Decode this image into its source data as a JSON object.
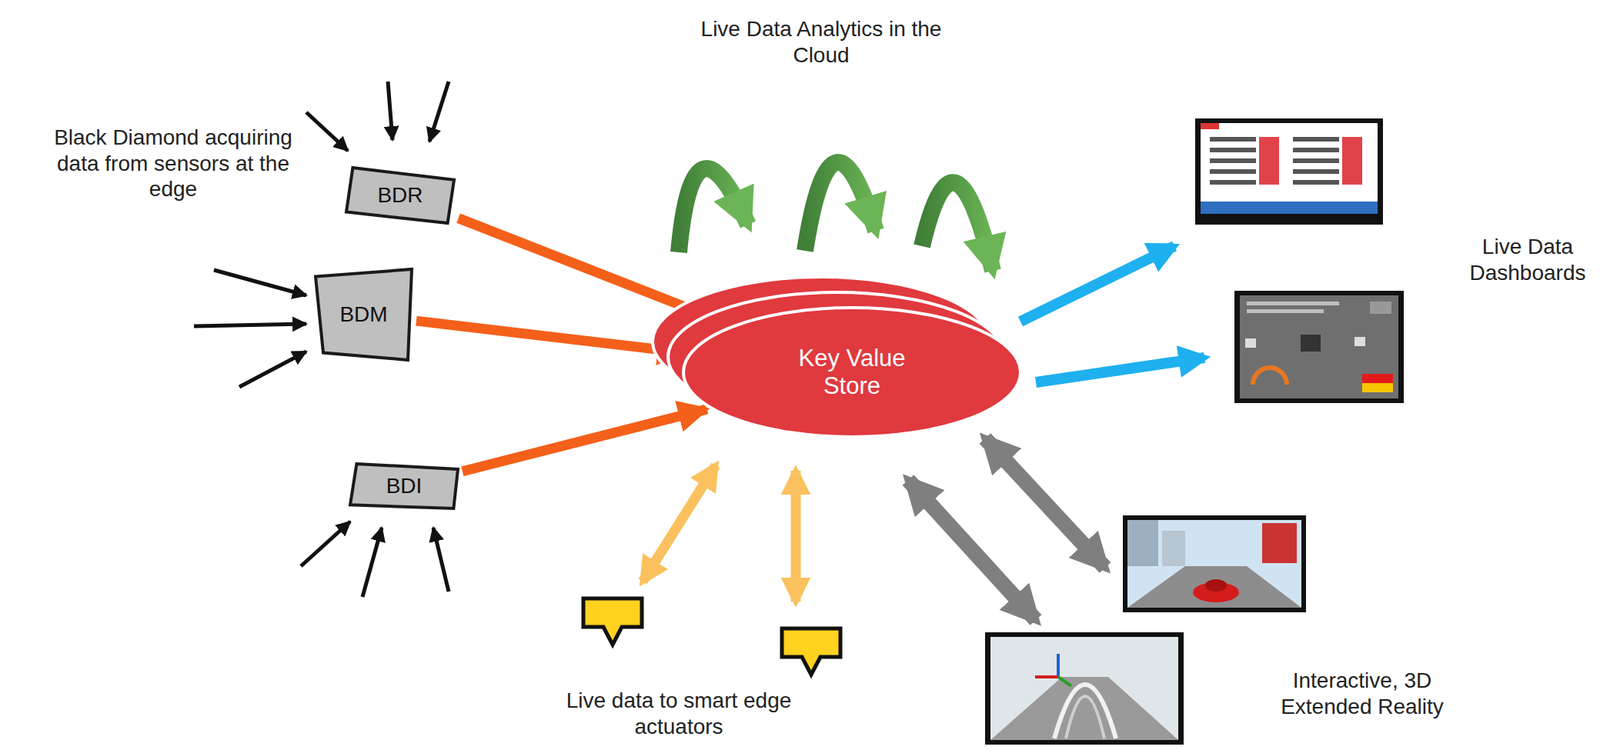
{
  "diagram": {
    "nodes": [
      {
        "text": [
          "BDR"
        ]
      },
      {
        "text": [
          "BDM"
        ]
      },
      {
        "text": [
          "BDI"
        ]
      },
      {
        "text": [
          "Key Value Store"
        ]
      }
    ],
    "edges": [
      {
        "from": 0,
        "to": 3,
        "arrow": "to"
      },
      {
        "from": 1,
        "to": 3,
        "arrow": "to"
      },
      {
        "from": 2,
        "to": 3,
        "arrow": "to"
      }
    ],
    "labels": [
      "Black Diamond acquiring data from sensors at the edge",
      "Live Data Analytics in the Cloud",
      "Live Data Dashboards",
      "Interactive, 3D Extended Reality",
      "Live data to smart edge actuators"
    ]
  }
}
